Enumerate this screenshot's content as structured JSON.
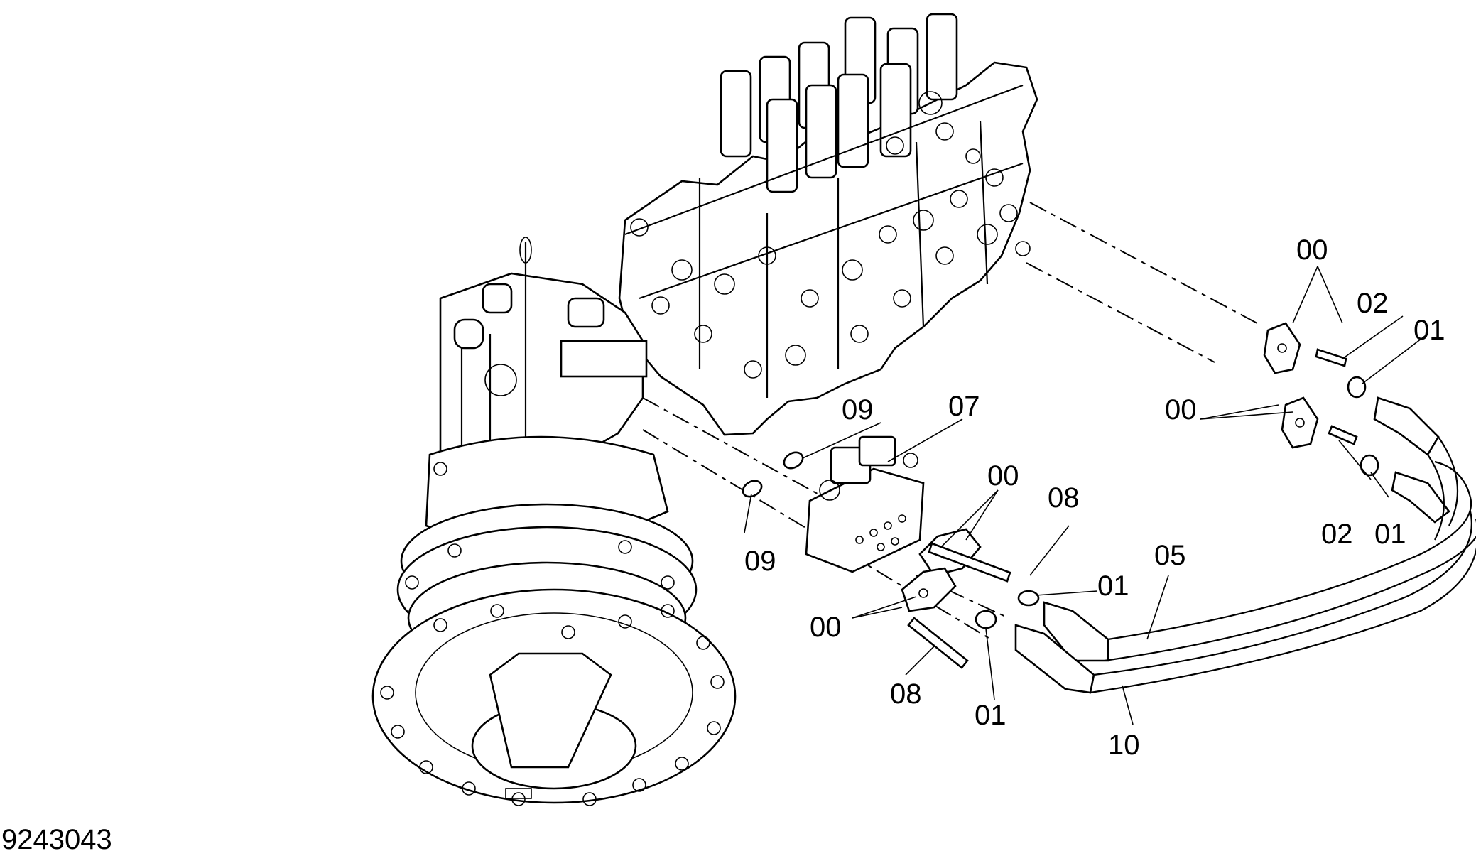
{
  "drawing_number": "9243043",
  "callouts": {
    "c00_top": "00",
    "c02_top": "02",
    "c01_top": "01",
    "c00_mid": "00",
    "c02_mid": "02",
    "c01_mid": "01",
    "c09_top": "09",
    "c07": "07",
    "c09_bottom": "09",
    "c00_center": "00",
    "c08_top": "08",
    "c05": "05",
    "c01_center": "01",
    "c00_left": "00",
    "c08_bottom": "08",
    "c01_bottom": "01",
    "c10": "10"
  }
}
